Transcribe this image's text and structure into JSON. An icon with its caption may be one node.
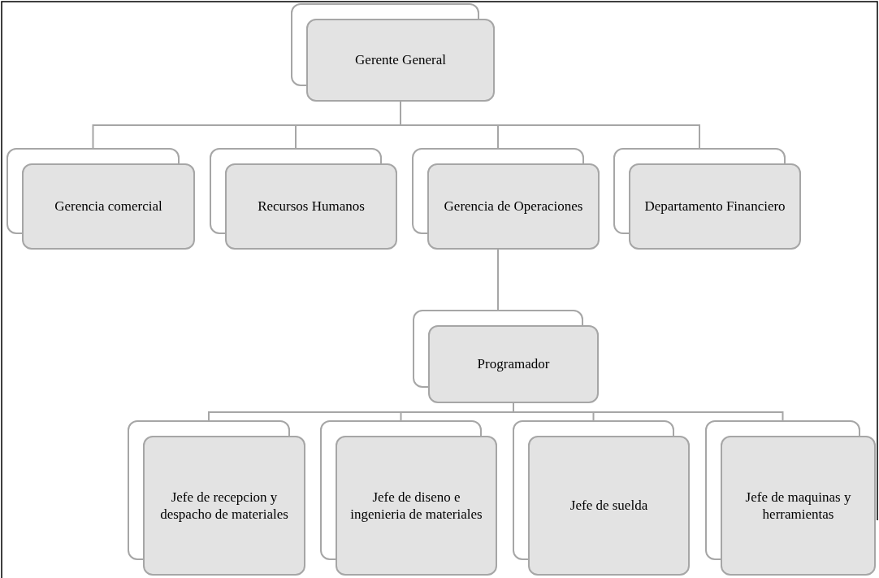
{
  "diagram": {
    "nodes": [
      {
        "text": [
          "Gerente General"
        ]
      },
      {
        "text": [
          "Gerencia comercial"
        ]
      },
      {
        "text": [
          "Recursos Humanos"
        ]
      },
      {
        "text": [
          "Gerencia de Operaciones"
        ]
      },
      {
        "text": [
          "Departamento Financiero"
        ]
      },
      {
        "text": [
          "Programador"
        ]
      },
      {
        "text": [
          "Jefe de recepcion y despacho de materiales"
        ]
      },
      {
        "text": [
          "Jefe de diseno e ingenieria de materiales"
        ]
      },
      {
        "text": [
          "Jefe de suelda"
        ]
      },
      {
        "text": [
          "Jefe de maquinas y herramientas"
        ]
      }
    ],
    "edges": [
      {
        "from": 0,
        "to": 1,
        "arrow": "none"
      },
      {
        "from": 0,
        "to": 2,
        "arrow": "none"
      },
      {
        "from": 0,
        "to": 3,
        "arrow": "none"
      },
      {
        "from": 0,
        "to": 4,
        "arrow": "none"
      },
      {
        "from": 3,
        "to": 5,
        "arrow": "none"
      },
      {
        "from": 5,
        "to": 6,
        "arrow": "none"
      },
      {
        "from": 5,
        "to": 7,
        "arrow": "none"
      },
      {
        "from": 5,
        "to": 8,
        "arrow": "none"
      },
      {
        "from": 5,
        "to": 9,
        "arrow": "none"
      }
    ]
  }
}
